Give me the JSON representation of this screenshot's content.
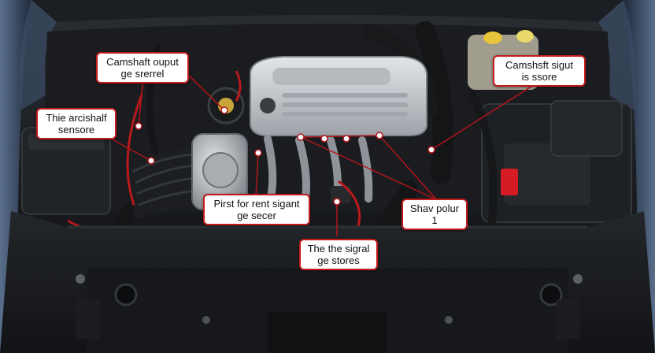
{
  "callouts": [
    {
      "id": "camshaft-output",
      "lines": [
        "Camshaft ouput",
        "ge srerrel"
      ]
    },
    {
      "id": "camshaft-signal",
      "lines": [
        "Camshsft sigut",
        "is ssore"
      ]
    },
    {
      "id": "arcshaft-sensor",
      "lines": [
        "Thie arcishalf",
        "sensore"
      ]
    },
    {
      "id": "first-for-rent",
      "lines": [
        "Pirst for rent sigant",
        "ge secer"
      ]
    },
    {
      "id": "shav-polur",
      "lines": [
        "Shav polur",
        "1"
      ]
    },
    {
      "id": "signal-stores",
      "lines": [
        "The the sigral",
        "ge stores"
      ]
    }
  ],
  "colors": {
    "callout_border": "#c21b1b",
    "leader_line": "#b3161b",
    "engine_cover": "#c9ccd0",
    "body_paint": "#2c3b52"
  }
}
